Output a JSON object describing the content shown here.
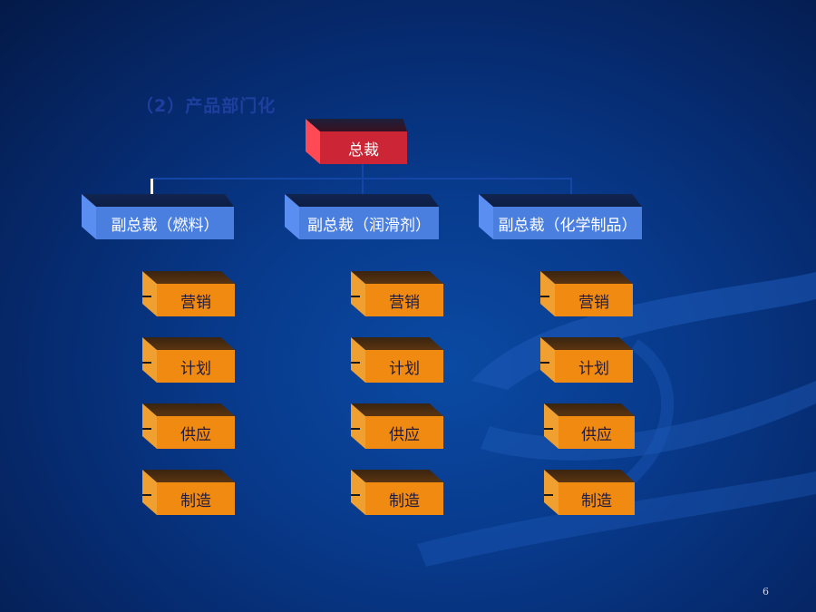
{
  "slide": {
    "subtitle": "（2）产品部门化",
    "page_number": "6"
  },
  "top": {
    "label": "总裁"
  },
  "vps": [
    {
      "label": "副总裁（燃料）"
    },
    {
      "label": "副总裁（润滑剂）"
    },
    {
      "label": "副总裁（化学制品）"
    }
  ],
  "depts": [
    [
      "营销",
      "计划",
      "供应",
      "制造"
    ],
    [
      "营销",
      "计划",
      "供应",
      "制造"
    ],
    [
      "营销",
      "计划",
      "供应",
      "制造"
    ]
  ],
  "colors": {
    "president": "#cc2535",
    "vp": "#4a7fe0",
    "dept": "#f08a10",
    "background": "#083a8c"
  }
}
